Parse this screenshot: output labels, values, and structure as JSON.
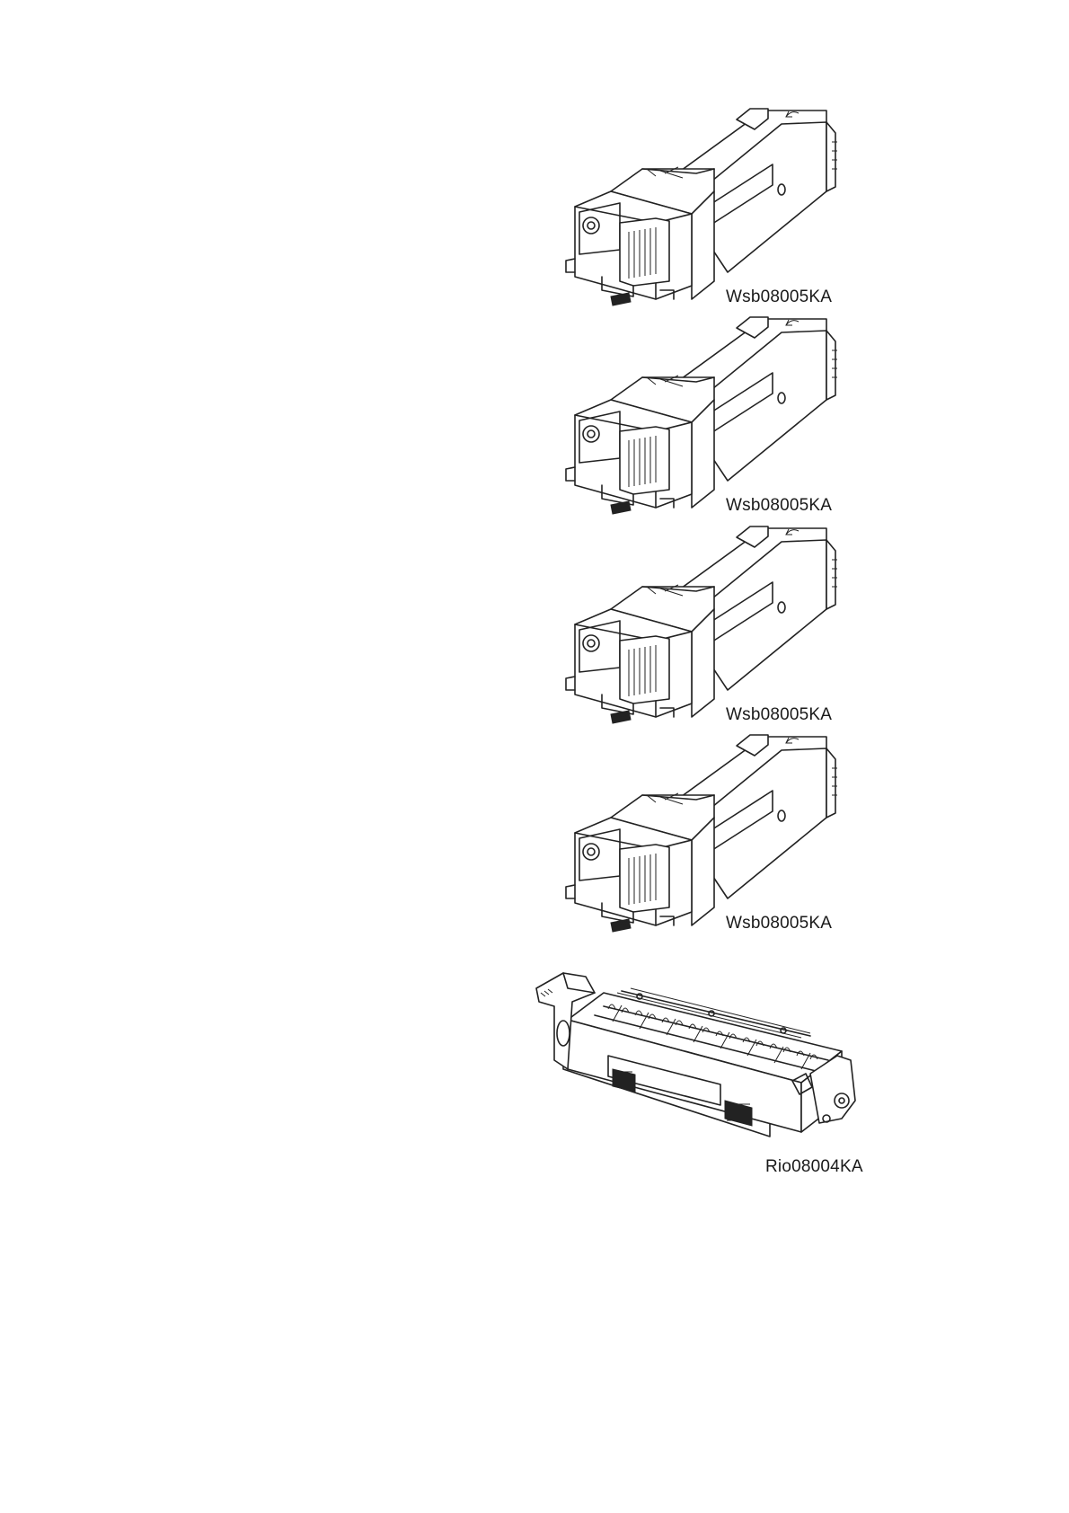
{
  "figures": [
    {
      "name": "toner-cartridge",
      "caption": "Wsb08005KA"
    },
    {
      "name": "toner-cartridge",
      "caption": "Wsb08005KA"
    },
    {
      "name": "toner-cartridge",
      "caption": "Wsb08005KA"
    },
    {
      "name": "toner-cartridge",
      "caption": "Wsb08005KA"
    },
    {
      "name": "fuser-unit",
      "caption": "Rio08004KA"
    }
  ]
}
